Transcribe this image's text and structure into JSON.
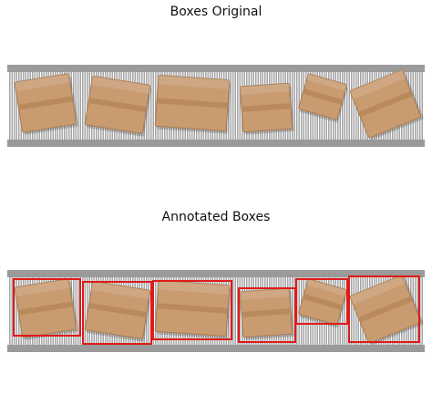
{
  "panels": {
    "original": {
      "title": "Boxes Original"
    },
    "annotated": {
      "title": "Annotated Boxes"
    }
  },
  "colors": {
    "background": "#ffffff",
    "roller_light": "#e9e9e9",
    "roller_dark": "#8e8e8e",
    "rail": "#9a9a9a",
    "box_face": "#c99b71",
    "box_shadow": "#a77b53",
    "tape": "#b58657",
    "annotation": "#e01a1a"
  },
  "icons": {
    "box": "cardboard-box"
  },
  "box_count": 6
}
